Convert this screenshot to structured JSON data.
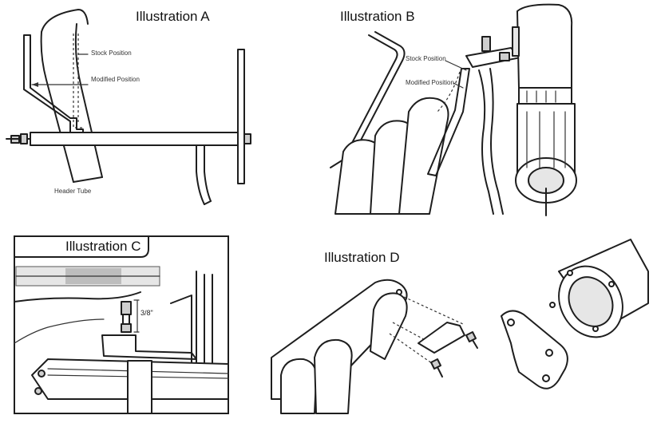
{
  "illustrations": {
    "a": {
      "title": "Illustration A",
      "stock_position": "Stock Position",
      "modified_position": "Modified Position",
      "header_tube": "Header Tube"
    },
    "b": {
      "title": "Illustration B",
      "stock_position": "Stock Position",
      "modified_position": "Modified Position"
    },
    "c": {
      "title": "Illustration C",
      "measurement": "3/8\""
    },
    "d": {
      "title": "Illustration D"
    }
  }
}
